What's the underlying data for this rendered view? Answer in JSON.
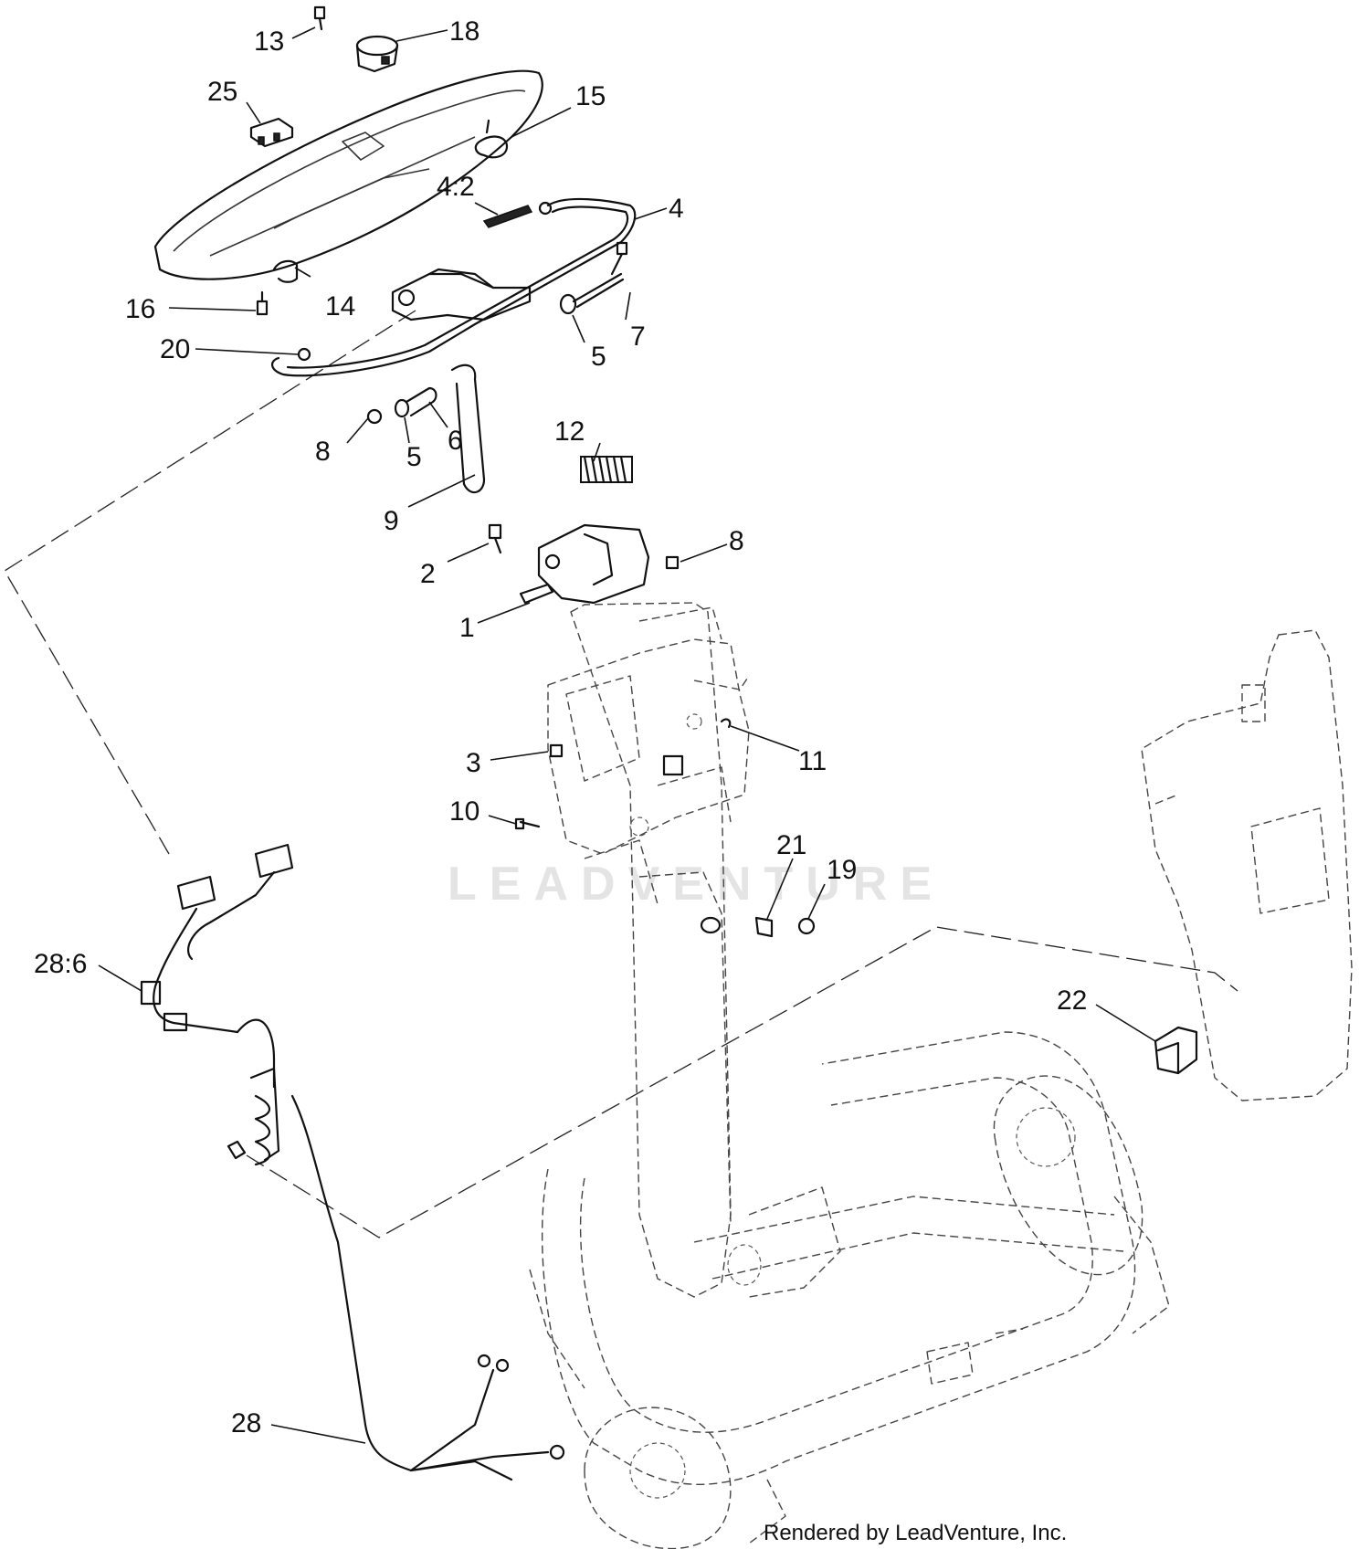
{
  "watermark": "LEADVENTURE",
  "credit": "Rendered by LeadVenture, Inc.",
  "callouts": {
    "c13": "13",
    "c18": "18",
    "c25": "25",
    "c15": "15",
    "c4_2": "4:2",
    "c4": "4",
    "c16": "16",
    "c14": "14",
    "c20": "20",
    "c7": "7",
    "c5a": "5",
    "c5b": "5",
    "c6": "6",
    "c8a": "8",
    "c12": "12",
    "c9": "9",
    "c8b": "8",
    "c2": "2",
    "c1": "1",
    "c3": "3",
    "c11": "11",
    "c10": "10",
    "c21": "21",
    "c19": "19",
    "c28_6": "28:6",
    "c22": "22",
    "c28": "28"
  }
}
